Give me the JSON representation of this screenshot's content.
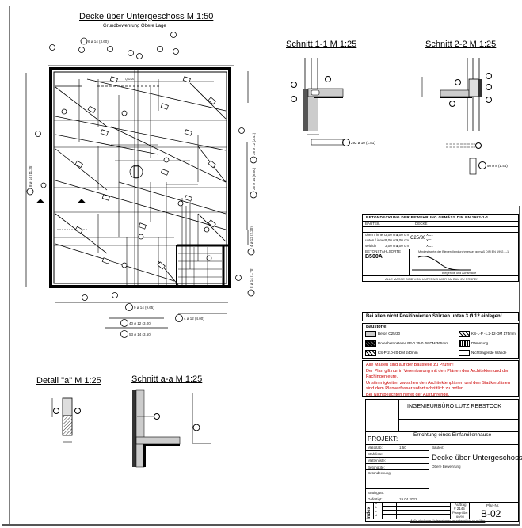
{
  "titles": {
    "main": "Decke über Untergeschoss   M 1:50",
    "main_sub": "Grundbewehrung Obere Lage",
    "schnitt11": "Schnitt 1-1   M 1:25",
    "schnitt22": "Schnitt 2-2   M 1:25",
    "detail_a": "Detail \"a\"   M 1:25",
    "schnitt_aa": "Schnitt a-a   M 1:25"
  },
  "plan_labels": {
    "p5_top": "6 ø 14 (3.60)",
    "p4_bottom": "9 ø 14 (9.65)",
    "p7": "4 ø 12 (4.00)",
    "p12": "40 ø 12 (3.00)",
    "p13": "53 ø 14 (3.50)",
    "p3_left": "8 ø 14 (11.35)",
    "p10_right": "26 ø 14 (6.50)",
    "p11_right": "38 ø 12 (2.41)",
    "p8_right": "4 ø 12 (2.20)",
    "p9_right": "8 ø 14 (1.70)",
    "p1_s11": "292 ø 10 (1.81)",
    "p2_s22": "50 ø 8 (1.44)",
    "mat": "Q524A",
    "q": "Q524A"
  },
  "cover_table": {
    "title": "BETONDECKUNG DER BEWEHRUNG GEMÄSS DIN EN 1992-1-1",
    "col_bauteil": "BAUTEIL",
    "col_decke": "DECKE",
    "concrete": "C25/30",
    "rows": [
      {
        "side": "oben / innen",
        "cnom": "3,00 cm",
        "dc": "1,00 cm",
        "xc": "XC1"
      },
      {
        "side": "unten / innen",
        "cnom": "3,00 cm",
        "dc": "1,00 cm",
        "xc": "XC1"
      },
      {
        "side": "seitlich",
        "cnom": "3,00 cm",
        "dc": "1,00 cm",
        "xc": "XC1"
      }
    ],
    "steel_label": "BETONSTAHLSORTE",
    "steel": "B500A",
    "bend_title": "Mindestwerte der Biegerollendurchmesser  gemäß DIN EN 1992-1-1",
    "bend_caption": "Biegerolle und Achsmaße",
    "footer": "ALLE MASSE SIND VOM UNTERNEHMER AM BAU ZU PRÜFEN"
  },
  "note_stuerze": "Bei allen nicht Positionierten Stürzen unten 3 Ø 12 einlegen!",
  "materials": {
    "title": "Baustoffe:",
    "items": [
      {
        "label": "Beton C25/30",
        "pattern": "plain"
      },
      {
        "label": "KS-L-P -1.2-12-DM 175mm",
        "pattern": "hatch"
      },
      {
        "label": "Porenbetonsteine P2-0.35-0.08-DM 365mm",
        "pattern": "dark"
      },
      {
        "label": "Dämmung",
        "pattern": "insul"
      },
      {
        "label": "KS-P-2.0-20-DM 240mm",
        "pattern": "hatch"
      },
      {
        "label": "Nichttragende Wände",
        "pattern": "plain"
      }
    ]
  },
  "notes": [
    "Alle Maßen sind auf der Baustelle zu Prüfen!",
    "Der Plan gilt nur in Vereinbarung mit den Plänen des Architekten und der Fachingenieure.",
    "Unstimmigkeiten zwischen den Architektenplänen und den Statikerplänen sind dem Planverfasser sofort schriftlich zu mdlen.",
    "Bei Nichtbeachten heftet der Ausführende."
  ],
  "title_block": {
    "firm": "INGENIEURBÜRO LUTZ REBSTOCK",
    "projekt_label": "PROJEKT:",
    "projekt": "Errichtung eines Einfamilienhause",
    "massstab_label": "Maßstab:",
    "massstab": "1:50",
    "stahlliste_label": "Stahlliste:",
    "mattenliste_label": "Mattenliste:",
    "betonguete_label": "Betongüte:",
    "betondeckung_label": "Betondeckung:",
    "statikguete_label": "Statikgüte:",
    "gefertigt_label": "Gefertigt:",
    "gefertigt": "19.04.2022",
    "bauteil_label": "Bauteil:",
    "bauteil": "Decke über Untergeschoss",
    "bauteil_sub": "Obere Bewehrung",
    "index_label": "Index",
    "index_rows": [
      "a",
      "b",
      "c",
      "d"
    ],
    "auftrag_label": "Auftrag",
    "auftrag": "# 2145",
    "plangroesse_label": "Plangröße:",
    "plangroesse": "60/90",
    "plannr_label": "Plan-Nr.",
    "plannr": "B-02",
    "footer": "Maße sind vom Unternehmer verantwortlich zu prüfen"
  }
}
